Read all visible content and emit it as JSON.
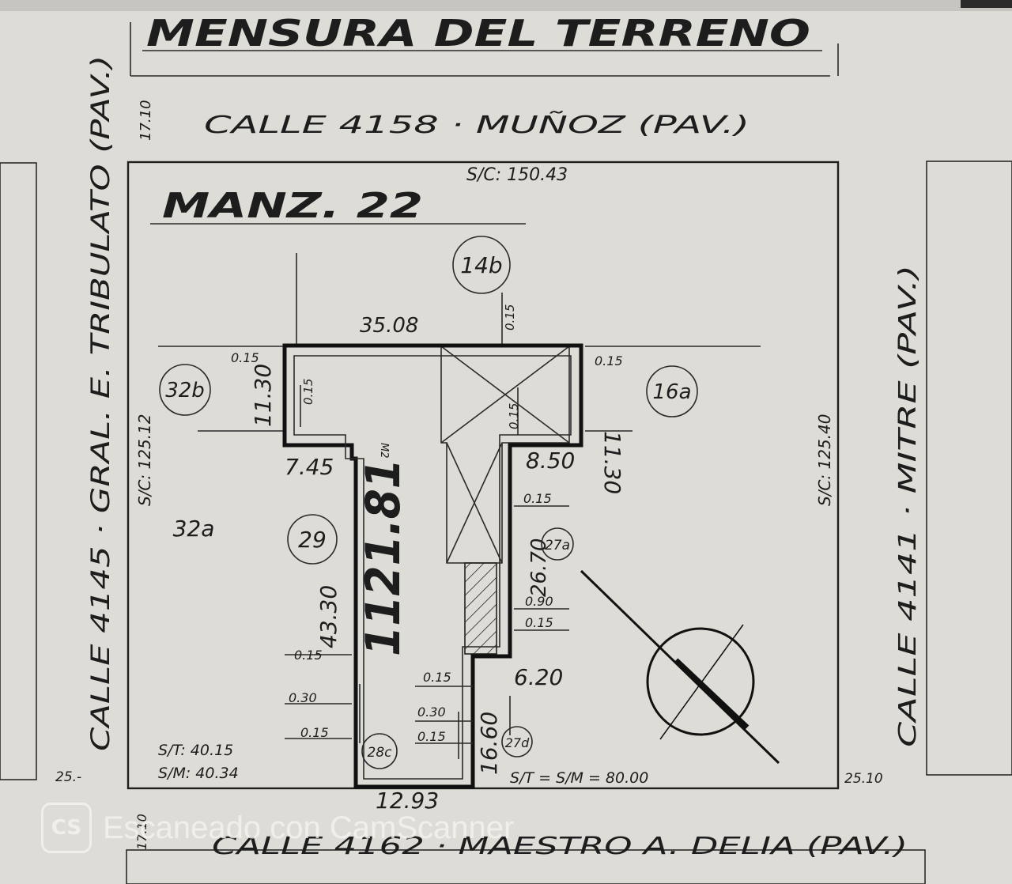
{
  "title": "MENSURA DEL TERRENO",
  "streets": {
    "top": "CALLE 4158 · MUÑOZ (PAV.)",
    "left": "CALLE 4145 · GRAL. E. TRIBULATO (PAV.)",
    "right": "CALLE 4141 · MITRE (PAV.)",
    "bottom": "CALLE 4162 · MAESTRO A. DELIA (PAV.)"
  },
  "block": "MANZ. 22",
  "frontages": {
    "top": "S/C: 150.43",
    "left": "S/C: 125.12",
    "right": "S/C: 125.40",
    "bottom_left_1": "S/T: 40.15",
    "bottom_left_2": "S/M: 40.34",
    "bottom_right": "S/T = S/M = 80.00"
  },
  "corner_marks": {
    "top_left": "17.10",
    "bottom_left": "25.-",
    "bottom_right": "25.10",
    "bottom_far_left": "17.10"
  },
  "parcels": [
    "14b",
    "32b",
    "16a",
    "32a",
    "29",
    "27a",
    "28c",
    "27d"
  ],
  "area": {
    "value": "1121.81",
    "unit": "M2"
  },
  "dimensions": {
    "top_width": "35.08",
    "left_wing_height": "11.30",
    "right_wing_height": "11.30",
    "left_step": "7.45",
    "right_step": "8.50",
    "stem_height_left": "43.30",
    "stem_height_right": "26.70",
    "lower_step": "6.20",
    "bottom_leg": "16.60",
    "bottom_width": "12.93",
    "wall_015": "0.15",
    "wall_030": "0.30",
    "wall_090": "0.90"
  },
  "watermark": {
    "badge": "CS",
    "text": "Escaneado con CamScanner"
  }
}
